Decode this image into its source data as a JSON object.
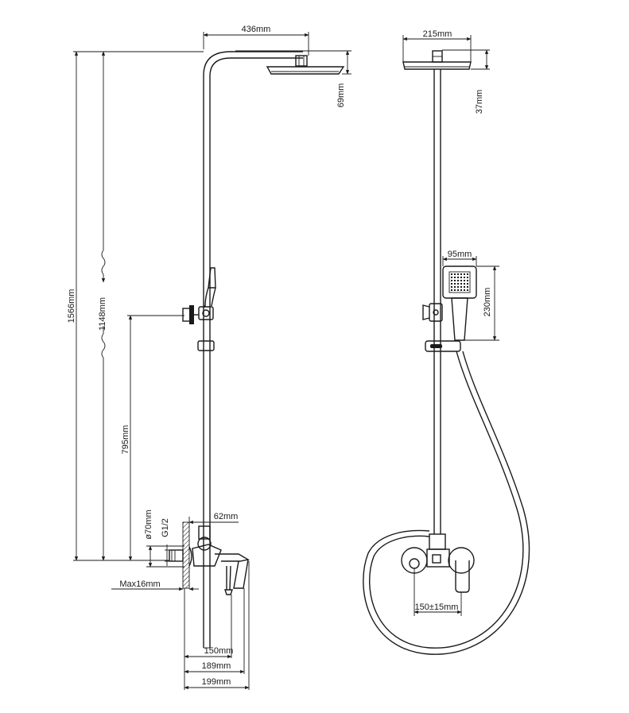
{
  "side_view": {
    "dims": {
      "head_projection": "436mm",
      "head_height": "69mm",
      "total_height": "1566mm",
      "outlet_height": "1148mm",
      "inlet_height": "795mm",
      "escutcheon_dia": "ø70mm",
      "thread": "G1/2",
      "mixer_offset": "62mm",
      "max_wall": "Max16mm",
      "depth_150": "150mm",
      "depth_189": "189mm",
      "depth_199": "199mm"
    }
  },
  "front_view": {
    "dims": {
      "head_width": "215mm",
      "head_height": "37mm",
      "hand_width": "95mm",
      "hand_length": "230mm",
      "centers": "150±15mm"
    }
  }
}
